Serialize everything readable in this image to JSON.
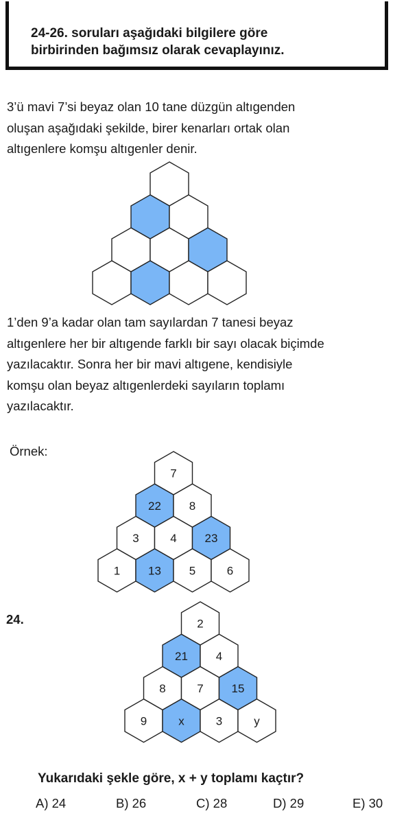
{
  "header": {
    "line1": "24-26. soruları aşağıdaki bilgilere göre",
    "line2": "birbirinden bağımsız olarak cevaplayınız."
  },
  "intro": {
    "line1": "3’ü mavi 7’si beyaz olan 10 tane düzgün altıgenden",
    "line2": "oluşan aşağıdaki şekilde, birer kenarları ortak olan",
    "line3": "altıgenlere komşu altıgenler denir."
  },
  "rules": {
    "line1": "1’den 9’a kadar olan tam sayılardan 7 tanesi beyaz",
    "line2": "altıgenlere her bir altıgende farklı bir sayı olacak biçimde",
    "line3": "yazılacaktır. Sonra her bir mavi altıgene, kendisiyle",
    "line4": "komşu olan beyaz altıgenlerdeki sayıların toplamı",
    "line5": "yazılacaktır."
  },
  "example_label": "Örnek:",
  "colors": {
    "blue": "#7ab6f6",
    "white": "#ffffff",
    "stroke": "#222222"
  },
  "figures": [
    {
      "name": "empty-figure",
      "labels": [
        "",
        "",
        "",
        "",
        "",
        "",
        "",
        "",
        "",
        ""
      ],
      "blue": [
        1,
        5,
        7
      ]
    },
    {
      "name": "example-figure",
      "labels": [
        "7",
        "22",
        "8",
        "3",
        "4",
        "23",
        "1",
        "13",
        "5",
        "6"
      ],
      "blue": [
        1,
        5,
        7
      ]
    },
    {
      "name": "question-figure",
      "labels": [
        "2",
        "21",
        "4",
        "8",
        "7",
        "15",
        "9",
        "x",
        "3",
        "y"
      ],
      "blue": [
        1,
        5,
        7
      ]
    }
  ],
  "question": {
    "number": "24.",
    "text": "Yukarıdaki şekle göre,  x + y  toplamı kaçtır?"
  },
  "choices": [
    "A)  24",
    "B)  26",
    "C) 28",
    "D)  29",
    "E)  30"
  ]
}
